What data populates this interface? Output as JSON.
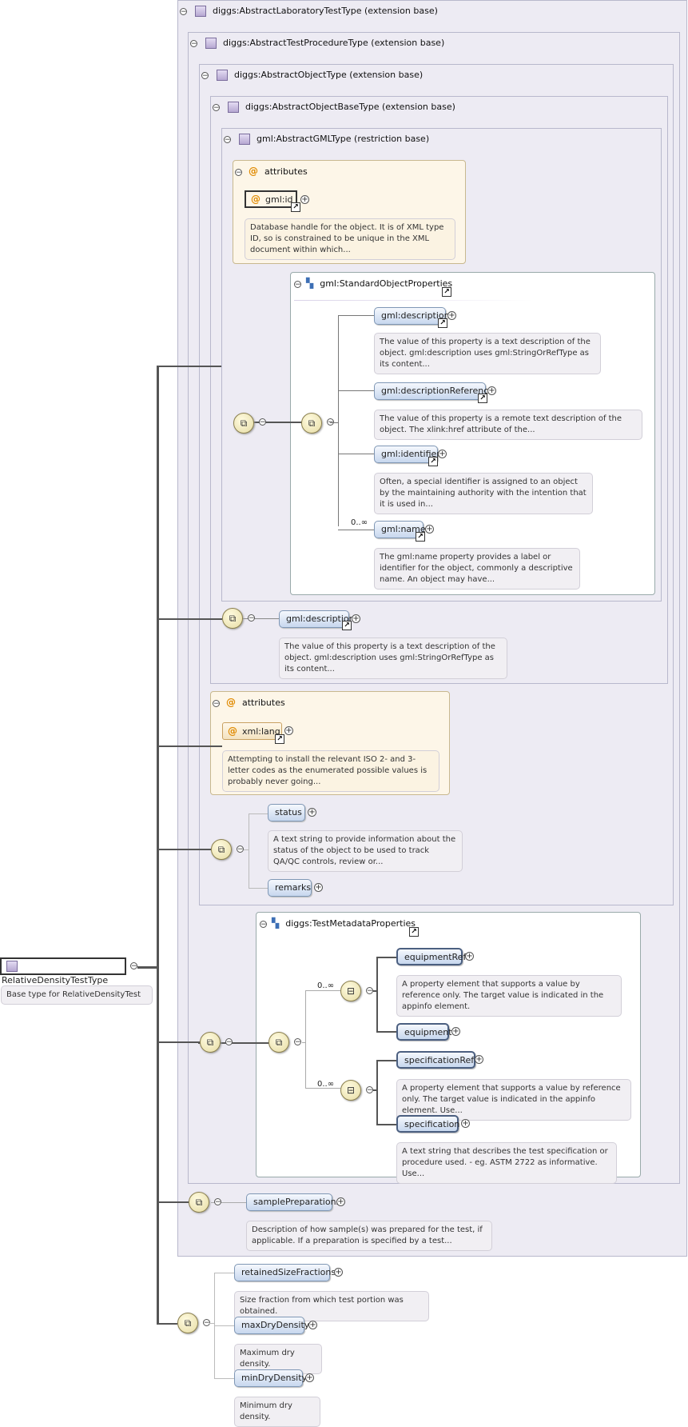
{
  "root": {
    "name": "RelativeDensityTestType",
    "doc": "Base type for RelativeDensityTest"
  },
  "bases": {
    "lab": "diggs:AbstractLaboratoryTestType (extension base)",
    "proc": "diggs:AbstractTestProcedureType (extension base)",
    "obj": "diggs:AbstractObjectType (extension base)",
    "objbase": "diggs:AbstractObjectBaseType (extension base)",
    "gml": "gml:AbstractGMLType (restriction base)"
  },
  "attributes_label": "attributes",
  "gml_id": {
    "name": "gml:id",
    "doc": "Database handle for the object. It is of XML type ID, so is constrained to be unique in the XML document within which..."
  },
  "std_props": {
    "name": "gml:StandardObjectProperties",
    "items": [
      {
        "name": "gml:description",
        "doc": "The value of this property is a text description of the object. gml:description uses gml:StringOrRefType as its content..."
      },
      {
        "name": "gml:descriptionReference",
        "doc": "The value of this property is a remote text description of the object. The xlink:href attribute of the..."
      },
      {
        "name": "gml:identifier",
        "doc": "Often, a special identifier is assigned to an object by the maintaining authority with the intention that it is used in..."
      },
      {
        "name": "gml:name",
        "doc": "The gml:name property provides a label or identifier for the object, commonly a descriptive name. An object may have..."
      }
    ],
    "occurrence": "0..∞"
  },
  "objbase_desc": {
    "name": "gml:description",
    "doc": "The value of this property is a text description of the object. gml:description uses gml:StringOrRefType as its content..."
  },
  "xml_lang": {
    "name": "xml:lang",
    "doc": "Attempting to install the relevant ISO 2- and 3-letter codes as the enumerated possible values is probably never going..."
  },
  "status": {
    "name": "status",
    "doc": "A text string to provide information about the status of the object to be used to track QA/QC controls, review or..."
  },
  "remarks": {
    "name": "remarks"
  },
  "test_meta": {
    "name": "diggs:TestMetadataProperties",
    "occ1": "0..∞",
    "occ2": "0..∞",
    "equipmentRef": {
      "name": "equipmentRef",
      "doc": "A property element that supports a value by reference only. The target value is indicated in the appinfo element."
    },
    "equipment": {
      "name": "equipment"
    },
    "specificationRef": {
      "name": "specificationRef",
      "doc": "A property element that supports a value by reference only. The target value is indicated in the appinfo element. Use..."
    },
    "specification": {
      "name": "specification",
      "doc": "A text string that describes the test specification or procedure used. - eg. ASTM 2722 as informative. Use..."
    }
  },
  "samplePreparations": {
    "name": "samplePreparations",
    "doc": "Description of how sample(s) was prepared for the test, if applicable. If a preparation is specified by a test..."
  },
  "retainedSizeFractions": {
    "name": "retainedSizeFractions",
    "doc": "Size fraction from which test portion was obtained."
  },
  "maxDryDensity": {
    "name": "maxDryDensity",
    "doc": "Maximum dry density."
  },
  "minDryDensity": {
    "name": "minDryDensity",
    "doc": "Minimum dry density."
  },
  "icons": {
    "collapse": "⊖",
    "expand": "+",
    "link": "↗",
    "sequence": "▣"
  }
}
